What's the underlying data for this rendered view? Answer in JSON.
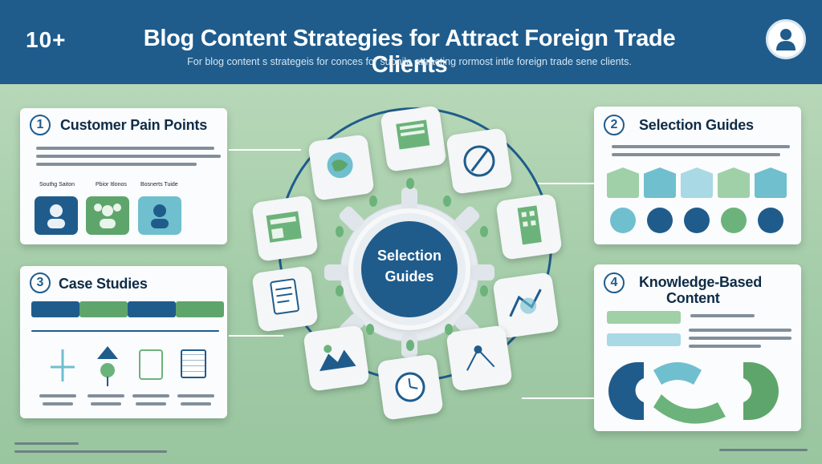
{
  "header": {
    "number": "10+",
    "title": "Blog Content Strategies for Attract Foreign Trade Clients",
    "subtitle": "For blog content s strategeis for conces for supnile attracting rormost intle foreign trade sene clients.",
    "icon": "user-icon"
  },
  "center": {
    "hub_label_line1": "Selection",
    "hub_label_line2": "Guides"
  },
  "cards": {
    "pain_points": {
      "number": "1",
      "title": "Customer Pain Points",
      "labels": [
        "Southg Saiton",
        "Pbior Itlonos",
        "Bosnerts Tuide"
      ]
    },
    "selection_guides": {
      "number": "2",
      "title": "Selection Guides"
    },
    "case_studies": {
      "number": "3",
      "title": "Case Studies"
    },
    "knowledge": {
      "number": "4",
      "title_line1": "Knowledge-Based",
      "title_line2": "Content"
    }
  },
  "colors": {
    "navy": "#1f5c8c",
    "green": "#6bb37a",
    "teal": "#6fbfcf",
    "background": "#a9cfae"
  }
}
